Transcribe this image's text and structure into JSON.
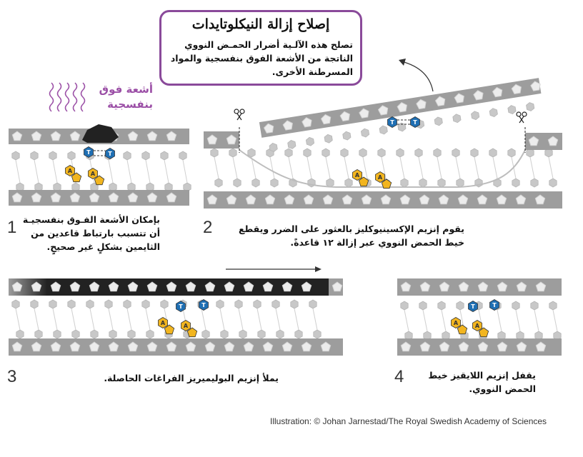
{
  "title": "إصلاح إزالة النيكلوتايدات",
  "description": "تصلح هذه الآلـية أضرار الحمـض النووي الناتجة من الأشعة الفوق بنفسجية والمواد المسرطنة الأخرى.",
  "uv_label": "أشعة فوق بنفسجية",
  "steps": [
    {
      "number": "1",
      "text": "بإمكان الأشعة الفـوق بنفسجيـة أن تتسبب بارتباط قاعدين من الثايمين بشكلٍ غير صحيحٍ."
    },
    {
      "number": "2",
      "text": "يقوم إنزيم الإكسينيوكليز بالعثور على الضرر ويقطع خيط الحمض النووي عبر إزالة ١٢ قاعدةً."
    },
    {
      "number": "3",
      "text": "يملأ إنزيم البوليميريز الفراغات الحاصلة."
    },
    {
      "number": "4",
      "text": "يقفل إنزيم اللايقيز خيط الحمض النووي."
    }
  ],
  "base_labels": {
    "thymine": "T",
    "adenine": "A"
  },
  "credit": "Illustration: © Johan Jarnestad/The Royal Swedish Academy of Sciences",
  "colors": {
    "strand": "#9d9d9d",
    "strand_dark": "#222222",
    "base_gray": "#c8c8c8",
    "thymine": "#1f6fb3",
    "adenine": "#f2b51f",
    "title_border": "#8a4a9a",
    "uv": "#9b4fa6"
  },
  "icons": [
    "scissors-icon",
    "arrow-icon",
    "uv-wave-icon"
  ]
}
